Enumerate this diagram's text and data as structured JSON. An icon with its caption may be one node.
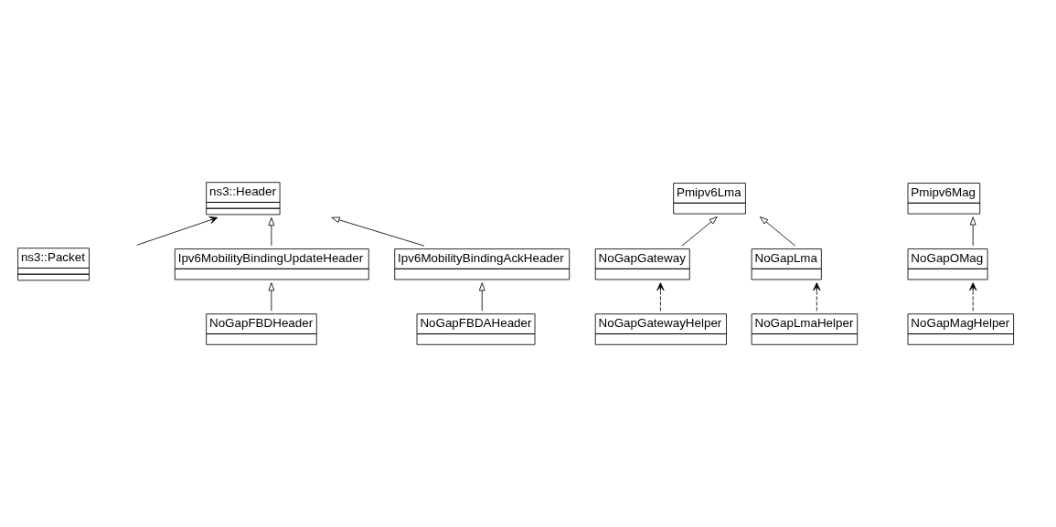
{
  "diagram": {
    "nodes": [
      {
        "text": [
          "ns3::Packet"
        ]
      },
      {
        "text": [
          "ns3::Header"
        ]
      },
      {
        "text": [
          "Pmipv6Lma"
        ]
      },
      {
        "text": [
          "Ipv6MobilityBindingUpdateHeader"
        ]
      },
      {
        "text": [
          "Pmipv6Mag"
        ]
      },
      {
        "text": [
          "NoGapGateway"
        ]
      },
      {
        "text": [
          "NoGapGatewayHelper"
        ]
      },
      {
        "text": [
          "Ipv6MobilityBindingAckHeader"
        ]
      },
      {
        "text": [
          "NoGapLma"
        ]
      },
      {
        "text": [
          "NoGapLmaHelper"
        ]
      },
      {
        "text": [
          "NoGapOMag"
        ]
      },
      {
        "text": [
          "NoGapMagHelper"
        ]
      },
      {
        "text": [
          "NoGapFBDHeader"
        ]
      },
      {
        "text": [
          "NoGapFBDAHeader"
        ]
      }
    ],
    "edges": [
      {
        "from": 0,
        "to": 1,
        "arrow": "to"
      },
      {
        "from": 3,
        "to": 1,
        "arrow": "to"
      },
      {
        "from": 7,
        "to": 1,
        "arrow": "to"
      },
      {
        "from": 5,
        "to": 2,
        "arrow": "to"
      },
      {
        "from": 8,
        "to": 2,
        "arrow": "to"
      },
      {
        "from": 10,
        "to": 4,
        "arrow": "to"
      },
      {
        "from": 6,
        "to": 5,
        "arrow": "to",
        "style": "dashed"
      },
      {
        "from": 9,
        "to": 8,
        "arrow": "to",
        "style": "dashed"
      },
      {
        "from": 11,
        "to": 10,
        "arrow": "to",
        "style": "dashed"
      },
      {
        "from": 12,
        "to": 3,
        "arrow": "to"
      },
      {
        "from": 13,
        "to": 7,
        "arrow": "to"
      }
    ]
  }
}
